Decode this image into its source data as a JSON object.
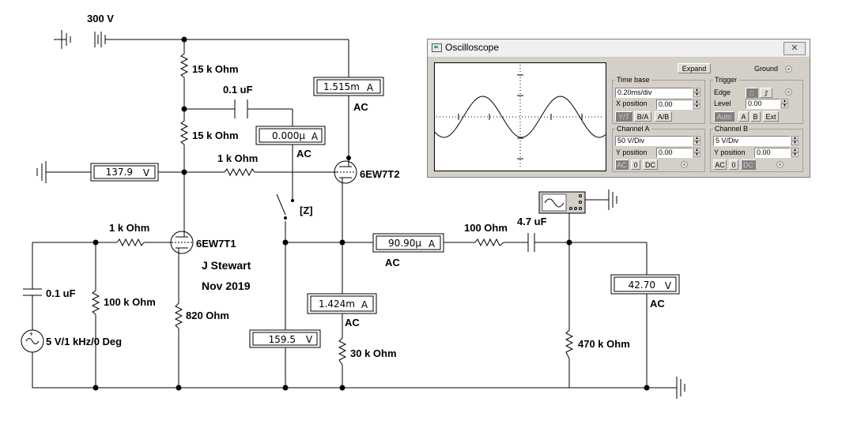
{
  "schematic": {
    "supply_label": "300 V",
    "labels": {
      "r_15k_top": "15 k Ohm",
      "cap_01_top": "0.1 uF",
      "r_15k_mid": "15 k Ohm",
      "r_1k_top": "1 k Ohm",
      "tube2": "6EW7T2",
      "switch_key": "[Z]",
      "r_1k_left": "1 k Ohm",
      "tube1": "6EW7T1",
      "author": "J Stewart",
      "date": "Nov 2019",
      "cap_01_left": "0.1 uF",
      "r_100k": "100 k Ohm",
      "r_820": "820  Ohm",
      "source": "5 V/1 kHz/0 Deg",
      "r_30k": "30 k Ohm",
      "r_100": "100  Ohm",
      "cap_47": "4.7 uF",
      "r_470k": "470 k Ohm"
    },
    "meters": {
      "m1": {
        "value": "1.515m",
        "unit": "A",
        "mode": "AC"
      },
      "m2": {
        "value": "0.000µ",
        "unit": "A",
        "mode": "AC"
      },
      "m3": {
        "value": "137.9",
        "unit": "V",
        "mode": ""
      },
      "m4": {
        "value": "90.90µ",
        "unit": "A",
        "mode": "AC"
      },
      "m5": {
        "value": "1.424m",
        "unit": "A",
        "mode": "AC"
      },
      "m6": {
        "value": "159.5",
        "unit": "V",
        "mode": ""
      },
      "m7": {
        "value": "42.70",
        "unit": "V",
        "mode": "AC"
      }
    }
  },
  "oscilloscope": {
    "title": "Oscilloscope",
    "close_glyph": "✕",
    "expand_label": "Expand",
    "ground_label": "Ground",
    "time_base": {
      "title": "Time base",
      "scale": "0.20ms/div",
      "x_position_label": "X position",
      "x_position": "0.00",
      "buttons": [
        "Y/T",
        "B/A",
        "A/B"
      ]
    },
    "trigger": {
      "title": "Trigger",
      "edge_label": "Edge",
      "level_label": "Level",
      "level": "0.00",
      "buttons": [
        "Auto",
        "A",
        "B",
        "Ext"
      ]
    },
    "channel_a": {
      "title": "Channel A",
      "scale": "50  V/Div",
      "y_position_label": "Y position",
      "y_position": "0.00",
      "buttons": [
        "AC",
        "0",
        "DC"
      ]
    },
    "channel_b": {
      "title": "Channel B",
      "scale": " 5  V/Div",
      "y_position_label": "Y position",
      "y_position": "0.00",
      "buttons": [
        "AC",
        "0",
        "DC"
      ]
    }
  }
}
